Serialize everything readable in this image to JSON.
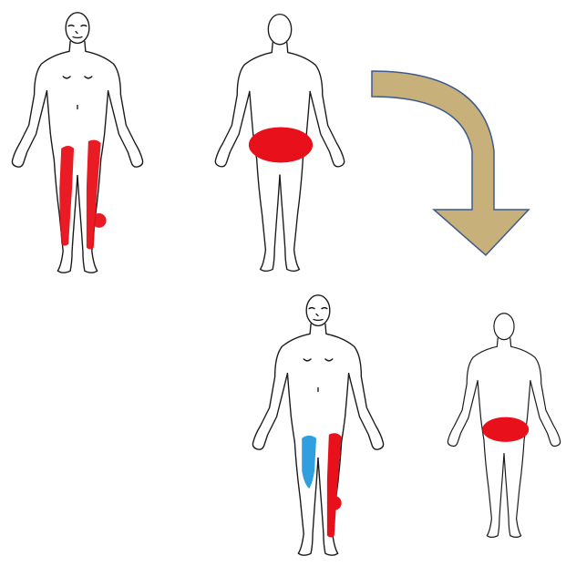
{
  "description_free": true,
  "colors": {
    "outline": "#1a1a1a",
    "pain_red": "#e8101a",
    "pain_blue": "#2f9fe0",
    "arrow_fill": "#c8b07a",
    "arrow_stroke": "#3d5a8c"
  },
  "figures": [
    {
      "id": "before-front",
      "view": "front",
      "areas": [
        "both-thighs-front",
        "right-shin",
        "right-knee-dot"
      ]
    },
    {
      "id": "before-back",
      "view": "back",
      "areas": [
        "buttocks"
      ]
    },
    {
      "id": "after-front",
      "view": "front",
      "areas": [
        "left-thigh-blue",
        "right-leg-red",
        "right-knee-dot"
      ]
    },
    {
      "id": "after-back",
      "view": "back",
      "areas": [
        "buttocks"
      ]
    }
  ],
  "icons": {
    "transition": "curved-arrow-down-icon"
  }
}
